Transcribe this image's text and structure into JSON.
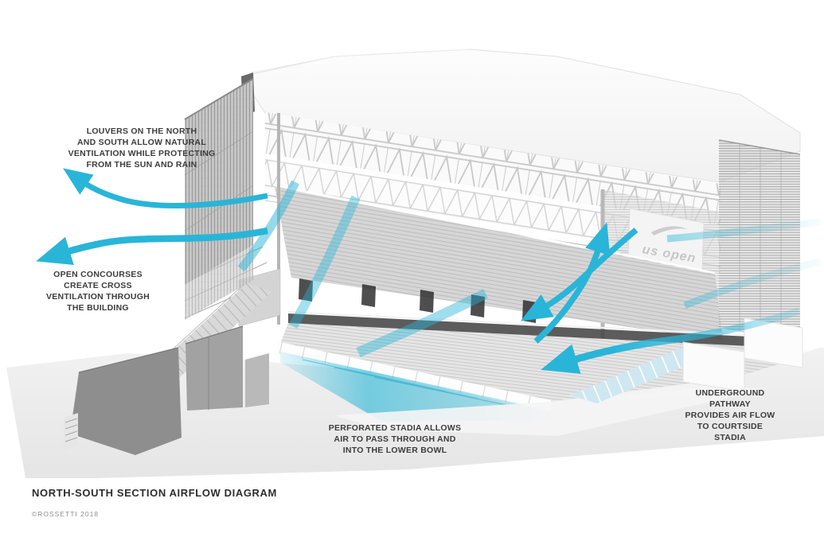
{
  "footer": {
    "title": "NORTH-SOUTH SECTION AIRFLOW DIAGRAM",
    "credit": "©ROSSETTI 2018"
  },
  "branding": {
    "wordmark": "us open"
  },
  "annotations": {
    "louvers": {
      "text": "LOUVERS ON THE NORTH\nAND SOUTH ALLOW NATURAL\nVENTILATION WHILE PROTECTING\nFROM THE SUN AND RAIN"
    },
    "concourses": {
      "text": "OPEN CONCOURSES\nCREATE CROSS\nVENTILATION THROUGH\nTHE BUILDING"
    },
    "perforated": {
      "text": "PERFORATED STADIA ALLOWS\nAIR TO PASS THROUGH AND\nINTO THE LOWER BOWL"
    },
    "underground": {
      "text": "UNDERGROUND PATHWAY\nPROVIDES AIR FLOW\nTO COURTSIDE STADIA"
    }
  },
  "colors": {
    "airflow": "#29b5d8",
    "label_text": "#3c3c3c",
    "credit_text": "#8f8f8f",
    "background": "#ffffff"
  }
}
